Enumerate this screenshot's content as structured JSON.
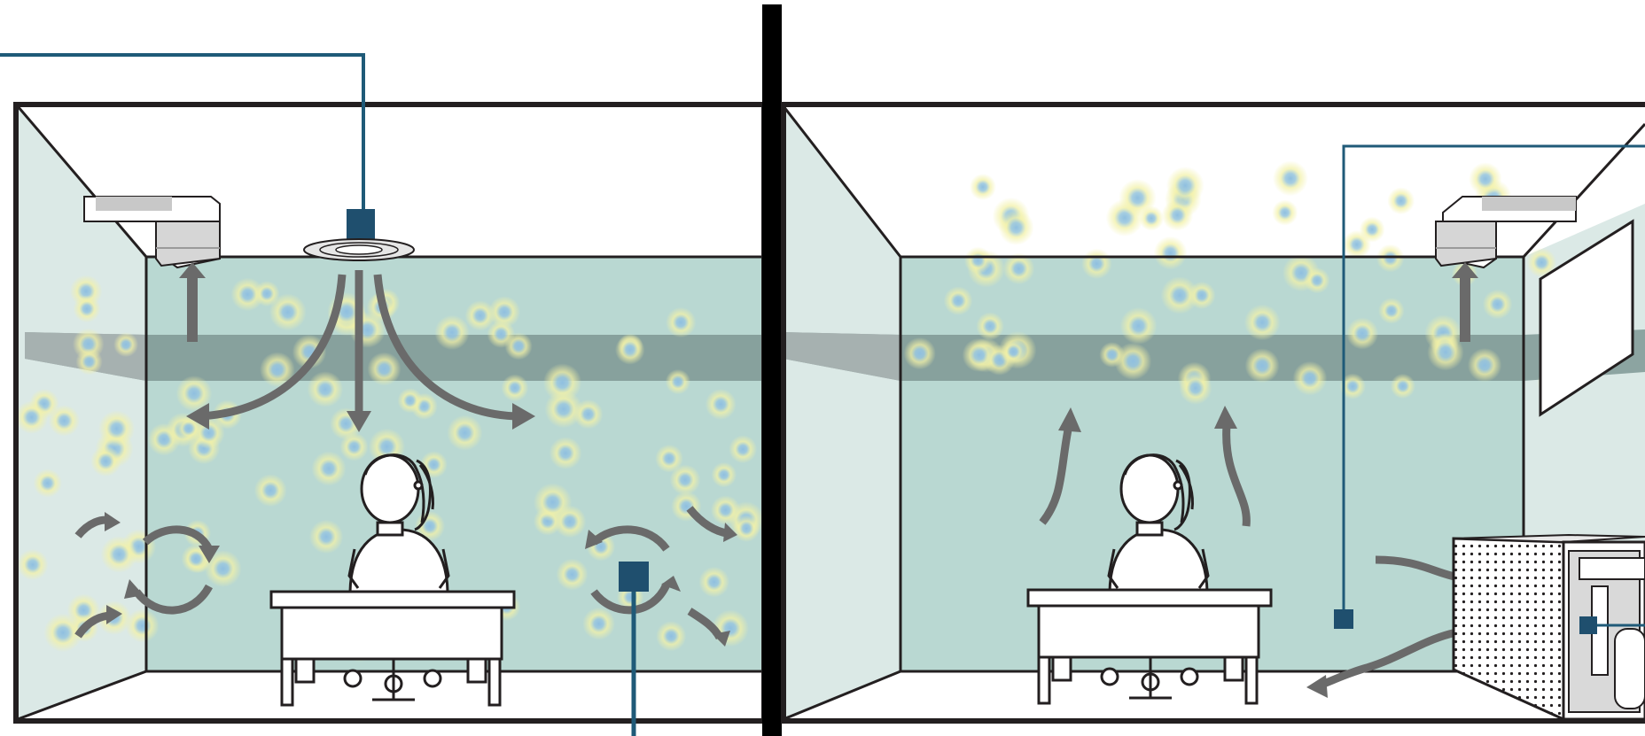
{
  "figure": {
    "panels": [
      {
        "id": "left",
        "depicts": [
          "ceiling-diffuser",
          "wall-air-conditioner",
          "seated-person",
          "desk",
          "circular-airflow",
          "sensor-marker"
        ]
      },
      {
        "id": "right",
        "depicts": [
          "wall-air-conditioner",
          "window",
          "seated-person",
          "desk",
          "upward-airflow",
          "air-purifier-unit",
          "sensor-marker"
        ]
      }
    ]
  },
  "colors": {
    "background": "#ffffff",
    "outline": "#231f20",
    "divider": "#000000",
    "wall_tint": "#dbe9e6",
    "room_fill": "#b9d8d2",
    "upper_band": "#7e9894",
    "upper_band_shade": "#a9b3b1",
    "duct": "#1f5a78",
    "sensor": "#1f4f6e",
    "arrow": "#6a6a6a",
    "particle_core": "#8fbfe0",
    "particle_halo": "#f2f1a8",
    "unit_body": "#d9d9d9"
  },
  "icons": [
    "ceiling-diffuser-icon",
    "air-conditioner-icon",
    "person-icon",
    "desk-icon",
    "air-purifier-icon",
    "window-icon",
    "sensor-icon"
  ]
}
